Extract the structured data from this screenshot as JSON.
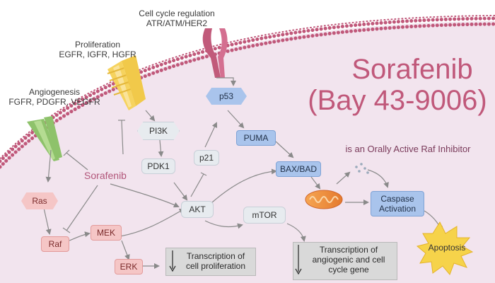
{
  "title": {
    "line1": "Sorafenib",
    "line2": "(Bay 43-9006)",
    "subtitle": "is an Orally Active Raf Inhibitor"
  },
  "drug_label": "Sorafenib",
  "receptors": {
    "cell_cycle": {
      "line1": "Cell cycle regulation",
      "line2": "ATR/ATM/HER2"
    },
    "proliferation": {
      "line1": "Proliferation",
      "line2": "EGFR, IGFR, HGFR"
    },
    "angiogenesis": {
      "line1": "Angiogenesis",
      "line2": "FGFR, PDGFR, VEGFR"
    }
  },
  "nodes": {
    "pi3k": "PI3K",
    "p53": "p53",
    "puma": "PUMA",
    "pdk1": "PDK1",
    "p21": "p21",
    "bax_bad": "BAX/BAD",
    "akt": "AKT",
    "mtor": "mTOR",
    "ras": "Ras",
    "raf": "Raf",
    "mek": "MEK",
    "erk": "ERK",
    "caspase_line1": "Caspase",
    "caspase_line2": "Activation",
    "apoptosis": "Apoptosis"
  },
  "boxes": {
    "transcription_prolif": {
      "line1": "Transcription of",
      "line2": "cell proliferation"
    },
    "transcription_angio": {
      "line1": "Transcription of",
      "line2": "angiogenic and cell",
      "line3": "cycle gene"
    }
  },
  "colors": {
    "title": "#c0587a",
    "membrane": "#c0587a",
    "cytoplasm": "#f2e4ee",
    "gray_node": "#e7ebef",
    "blue_node": "#a9c4ec",
    "red_node": "#f5c6c6",
    "arrow": "#8a8a8a",
    "apoptosis_star": "#f6d34a"
  }
}
